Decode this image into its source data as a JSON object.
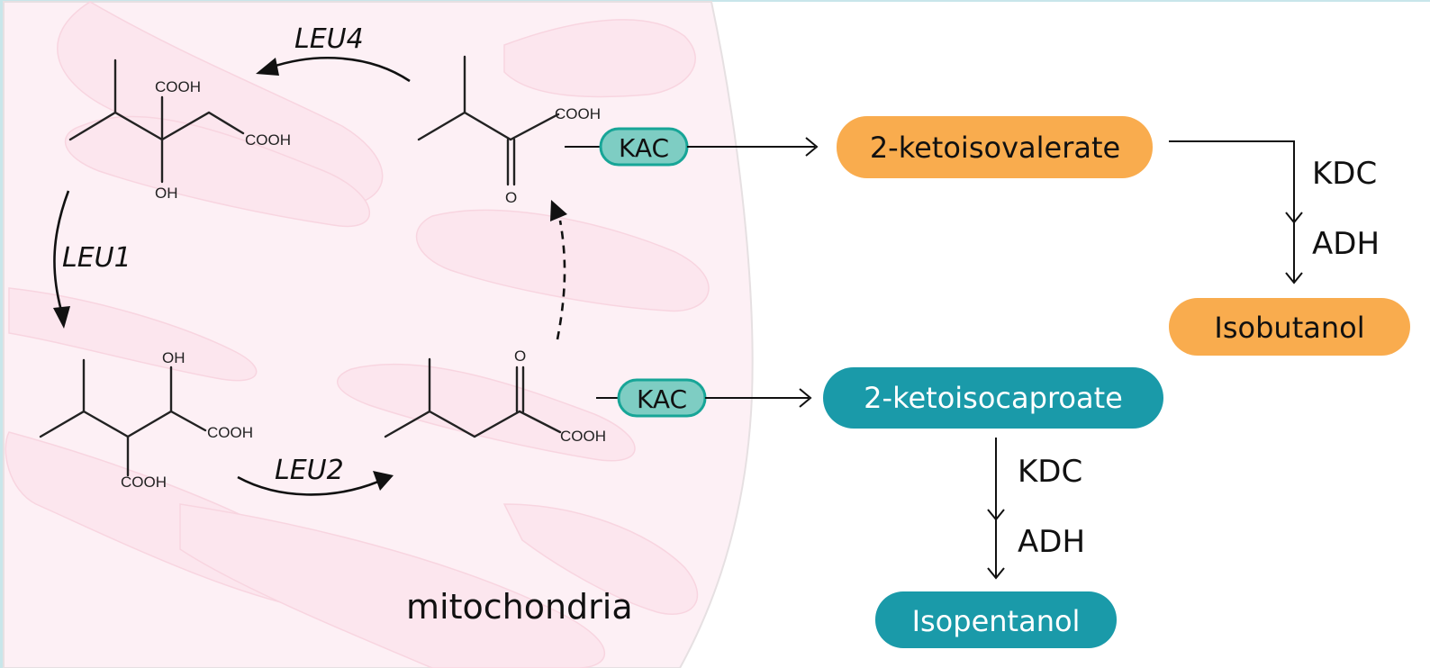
{
  "diagram": {
    "compartment_label": "mitochondria",
    "enzymes_cycle": {
      "leu4": "LEU4",
      "leu1": "LEU1",
      "leu2": "LEU2"
    },
    "molecules": {
      "isopropylmalate": {
        "groups": [
          "COOH",
          "COOH",
          "OH"
        ]
      },
      "ketoisovalerate_mito": {
        "groups": [
          "COOH",
          "O"
        ]
      },
      "isopropylmalate_beta": {
        "groups": [
          "OH",
          "COOH",
          "COOH"
        ]
      },
      "ketoisocaproate_mito": {
        "groups": [
          "O",
          "COOH"
        ]
      }
    },
    "transporters": [
      {
        "label": "KAC"
      },
      {
        "label": "KAC"
      }
    ],
    "products": {
      "ketoisovalerate": "2-ketoisovalerate",
      "ketoisocaproate": "2-ketoisocaproate",
      "isobutanol": "Isobutanol",
      "isopentanol": "Isopentanol"
    },
    "steps": {
      "kdc": "KDC",
      "adh": "ADH"
    },
    "colors": {
      "orange_pill": "#f9ac4e",
      "teal_pill": "#1a9aa9",
      "kac_fill": "#7ecdc3",
      "kac_stroke": "#17a597",
      "mito_fill": "#fdeff4",
      "mito_crista": "#fbe4ec",
      "frame": "#c8e6ea"
    }
  }
}
